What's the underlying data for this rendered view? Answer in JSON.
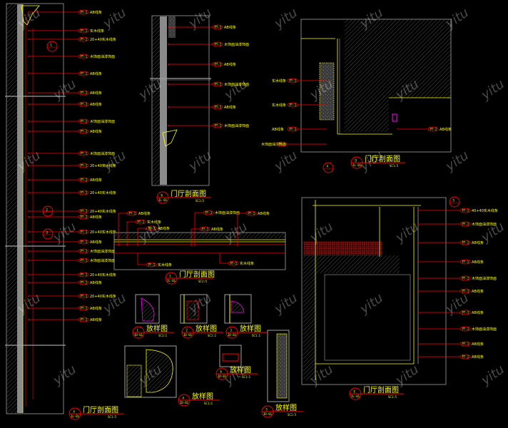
{
  "drawing": {
    "colors": {
      "background": "#000000",
      "leader": "#ff0000",
      "text": "#ffff00",
      "frame": "#a0a0a0",
      "accent": "#ff00ff"
    },
    "watermark": "yitu",
    "views": [
      {
        "id": "A",
        "title": "门厅剖面图",
        "sheet": "IL-01",
        "scale": "SC1:5"
      },
      {
        "id": "B",
        "title": "门厅剖面图",
        "sheet": "IL-01",
        "scale": "SC1:5"
      },
      {
        "id": "C",
        "title": "门厅剖面图",
        "sheet": "IL-01",
        "scale": "SC1:5"
      },
      {
        "id": "D",
        "title": "门厅剖面图",
        "sheet": "IL-01",
        "scale": "SC1:5"
      },
      {
        "id": "E",
        "title": "门厅剖面图",
        "sheet": "IL-01",
        "scale": "SC1:5"
      }
    ],
    "details": [
      {
        "id": "1",
        "title": "放样图",
        "sheet": "ID-01",
        "scale": "SC1:1"
      },
      {
        "id": "2",
        "title": "放样图",
        "sheet": "ID-01",
        "scale": "SC1:1"
      },
      {
        "id": "3",
        "title": "放样图",
        "sheet": "ID-01",
        "scale": "SC1:1"
      },
      {
        "id": "4",
        "title": "放样图",
        "sheet": "ID-01",
        "scale": "SC1:1"
      },
      {
        "id": "5",
        "title": "放样图",
        "sheet": "ID-01",
        "scale": "SC1:5"
      },
      {
        "id": "6",
        "title": "放样图",
        "sheet": "ID-01",
        "scale": "SC1:1"
      }
    ],
    "callouts_a": [
      {
        "tag": "PT-1",
        "text": "AB线条"
      },
      {
        "tag": "PT-1",
        "text": "实木线条"
      },
      {
        "tag": "PT-1",
        "text": "20+40实木线条"
      },
      {
        "tag": "PT-1",
        "text": "木饰面油漆饰面"
      },
      {
        "tag": "PT-1",
        "text": "AB线条"
      },
      {
        "tag": "PT-1",
        "text": "AB线条"
      },
      {
        "tag": "PT-1",
        "text": "AB线条"
      },
      {
        "tag": "PT-1",
        "text": "木饰面油漆饰面"
      },
      {
        "tag": "PT-1",
        "text": "AB线条"
      },
      {
        "tag": "PT-1",
        "text": "木饰面油漆饰面"
      },
      {
        "tag": "PT-1",
        "text": "20+40实木线条"
      },
      {
        "tag": "PT-1",
        "text": "AB线条"
      },
      {
        "tag": "PT-1",
        "text": "20+40实木线条"
      },
      {
        "tag": "PT-1",
        "text": "20+40实木线条"
      },
      {
        "tag": "PT-1",
        "text": "AB线条"
      },
      {
        "tag": "PT-1",
        "text": "20+40实木线条"
      },
      {
        "tag": "PT-1",
        "text": "AB线条"
      },
      {
        "tag": "PT-1",
        "text": "木饰面油漆饰面"
      },
      {
        "tag": "PT-1",
        "text": "木饰面油漆饰面"
      },
      {
        "tag": "PT-1",
        "text": "20+40实木线条"
      },
      {
        "tag": "PT-1",
        "text": "AB线条"
      },
      {
        "tag": "PT-1",
        "text": "20+40实木线条"
      },
      {
        "tag": "PT-1",
        "text": "AB线条"
      },
      {
        "tag": "PT-1",
        "text": "AB线条"
      }
    ],
    "callouts_b": [
      {
        "tag": "PT-1",
        "text": "AB线条"
      },
      {
        "tag": "PT-1",
        "text": "木饰面油漆饰面"
      },
      {
        "tag": "PT-1",
        "text": "AB线条"
      },
      {
        "tag": "PT-1",
        "text": "木饰面油漆饰面"
      },
      {
        "tag": "PT-1",
        "text": "AB线条"
      },
      {
        "tag": "PT-1",
        "text": "木饰面油漆饰面"
      }
    ],
    "callouts_c": [
      {
        "tag": "PT-1",
        "text": "AB线条"
      },
      {
        "tag": "PT-1",
        "text": "实木线条"
      },
      {
        "tag": "PT-1",
        "text": "AB线条"
      },
      {
        "tag": "PT-1",
        "text": "木饰面油漆饰面"
      },
      {
        "tag": "PT-1",
        "text": "AB线条"
      },
      {
        "tag": "PT-1",
        "text": "AB线条"
      },
      {
        "tag": "PT-1",
        "text": "实木线条"
      },
      {
        "tag": "PT-1",
        "text": "实木线条"
      }
    ],
    "callouts_d": [
      {
        "tag": "PT-1",
        "text": "实木线条"
      },
      {
        "tag": "PT-1",
        "text": "实木线条"
      },
      {
        "tag": "PT-1",
        "text": "AB线条"
      },
      {
        "tag": "PT-1",
        "text": "木饰面油漆饰面"
      },
      {
        "tag": "PT-1",
        "text": "AB线条"
      }
    ],
    "callouts_e": [
      {
        "tag": "PT-1",
        "text": "40+40实木线条"
      },
      {
        "tag": "PT-1",
        "text": "木饰面油漆饰面"
      },
      {
        "tag": "PT-1",
        "text": "AB线条"
      },
      {
        "tag": "PT-1",
        "text": "AB线条"
      },
      {
        "tag": "PT-1",
        "text": "木饰面油漆饰面"
      },
      {
        "tag": "PT-1",
        "text": "AB线条"
      },
      {
        "tag": "PT-1",
        "text": "AB线条"
      },
      {
        "tag": "PT-1",
        "text": "木饰面油漆饰面"
      },
      {
        "tag": "PT-1",
        "text": "AB线条"
      },
      {
        "tag": "PT-1",
        "text": "AB线条"
      }
    ],
    "section_marks": [
      "1",
      "2",
      "3",
      "4",
      "5"
    ]
  }
}
